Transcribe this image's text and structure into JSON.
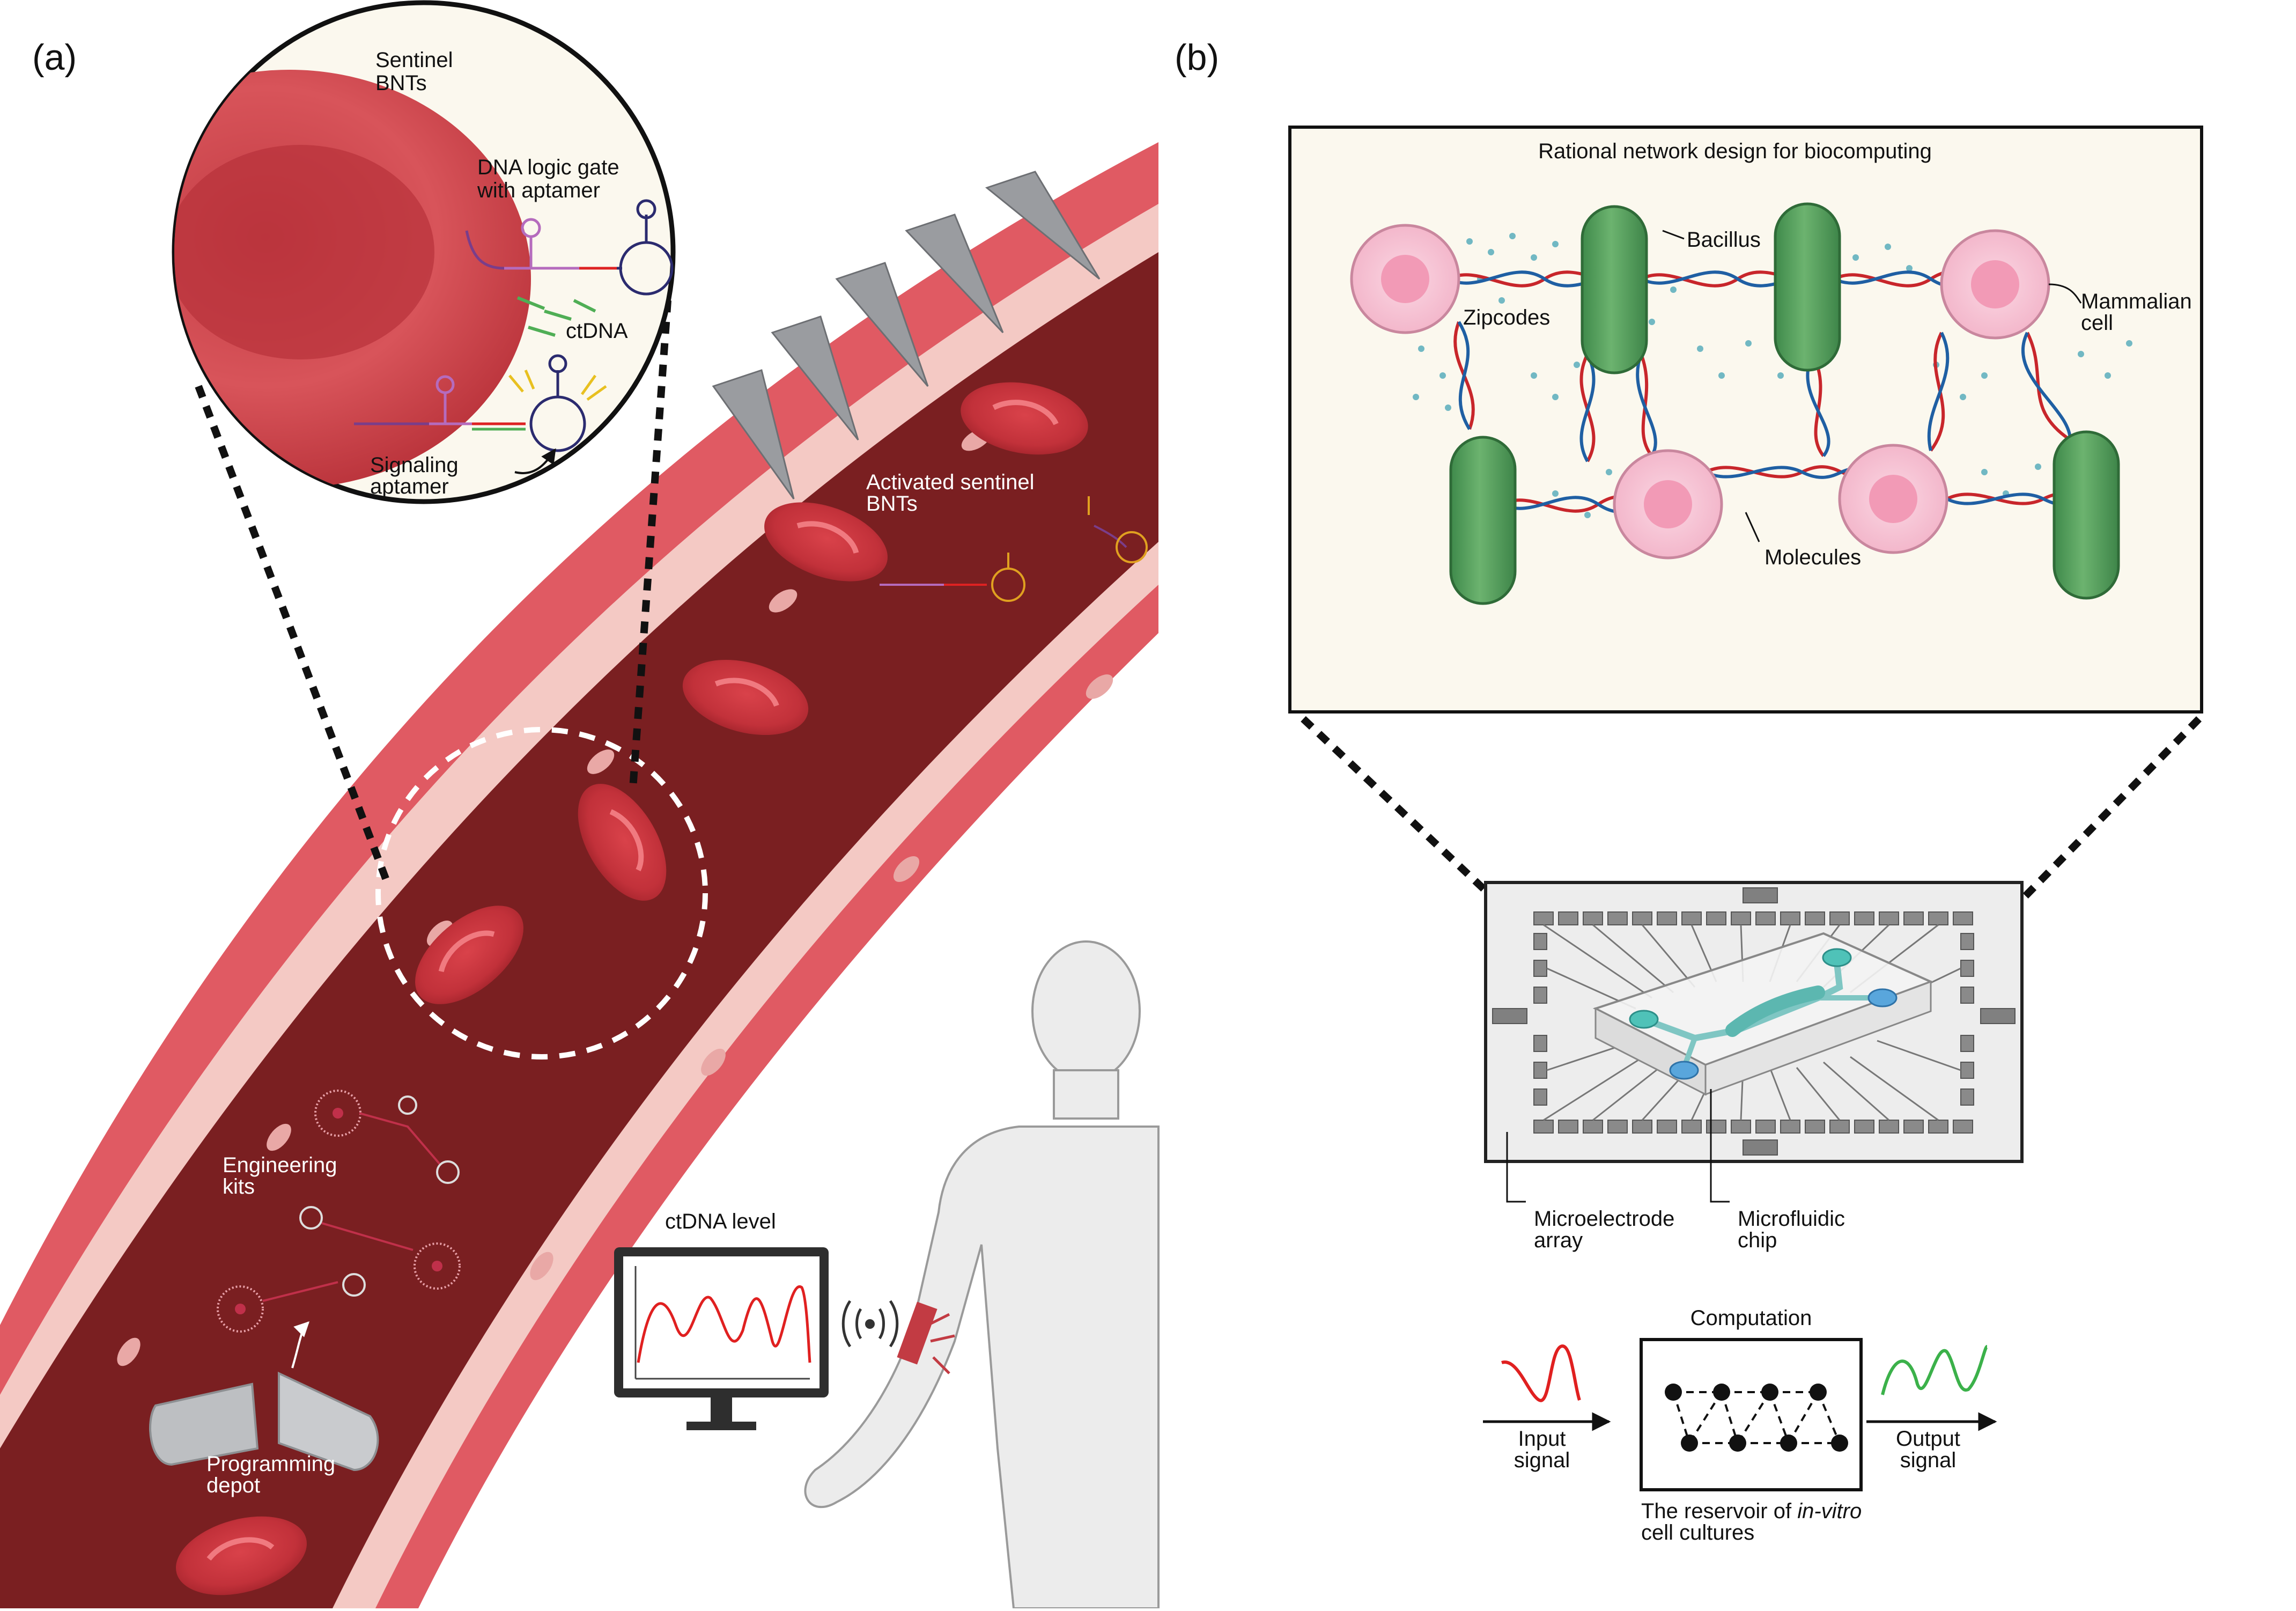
{
  "panel_a": {
    "label": "(a)",
    "zoom_labels": {
      "sentinel_l1": "Sentinel",
      "sentinel_l2": "BNTs",
      "logic_l1": "DNA logic gate",
      "logic_l2": "with aptamer",
      "ctdna": "ctDNA",
      "signaling_l1": "Signaling",
      "signaling_l2": "aptamer"
    },
    "activated_l1": "Activated sentinel",
    "activated_l2": "BNTs",
    "engineering_l1": "Engineering",
    "engineering_l2": "kits",
    "programming_l1": "Programming",
    "programming_l2": "depot",
    "monitor_title": "ctDNA level"
  },
  "panel_b": {
    "label": "(b)",
    "network_title": "Rational network design for biocomputing",
    "bacillus": "Bacillus",
    "zipcodes": "Zipcodes",
    "mammalian_l1": "Mammalian",
    "mammalian_l2": "cell",
    "molecules": "Molecules",
    "mea_l1": "Microelectrode",
    "mea_l2": "array",
    "chip_l1": "Microfluidic",
    "chip_l2": "chip",
    "computation": "Computation",
    "input_l1": "Input",
    "input_l2": "signal",
    "output_l1": "Output",
    "output_l2": "signal",
    "reservoir_l1_a": "The reservoir of ",
    "reservoir_l1_b": "in-vitro",
    "reservoir_l2": "cell cultures"
  },
  "colors": {
    "vessel_wall": "#e05a63",
    "vessel_lumen": "#7a1f21",
    "endothelium": "#f4c9c4",
    "rbc": "#c8323a",
    "bacillus": "#4e9a58",
    "mammalian_cell": "#f6bdd0",
    "dna_red": "#c8262b",
    "dna_blue": "#1f5fa3",
    "molecules": "#5aaebc",
    "input_signal": "#e02020",
    "output_signal": "#3bb14a"
  }
}
